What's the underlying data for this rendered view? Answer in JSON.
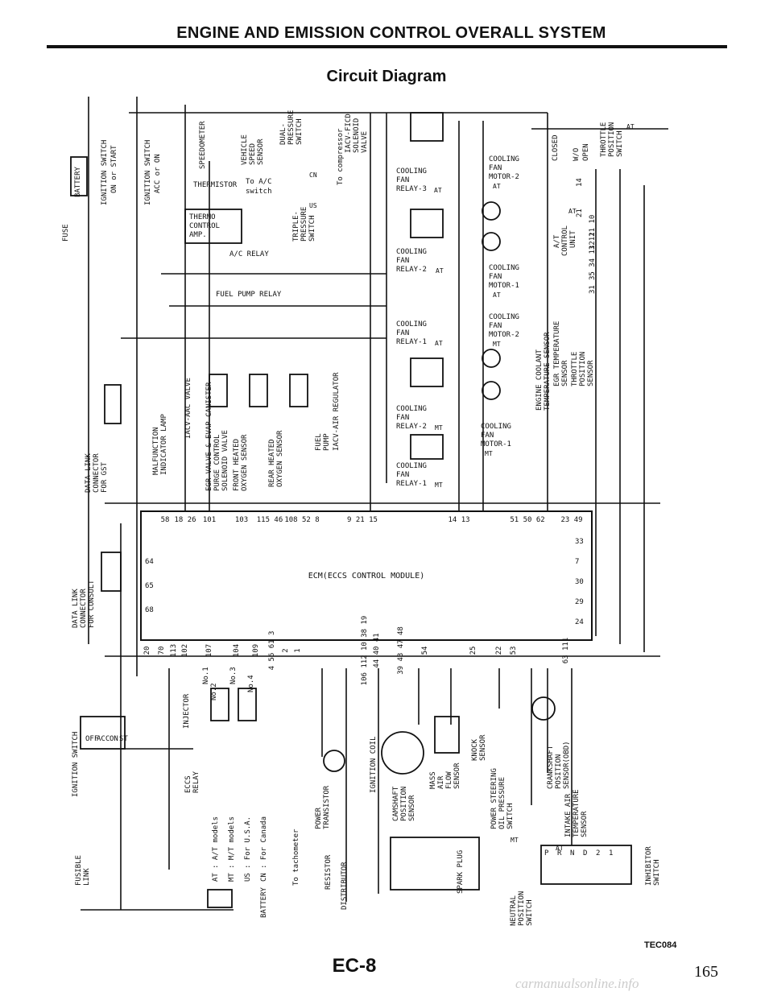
{
  "header": {
    "title": "ENGINE AND EMISSION CONTROL OVERALL SYSTEM",
    "subtitle": "Circuit Diagram"
  },
  "components": {
    "fuse": "FUSE",
    "battery": "BATTERY",
    "ign_on_start": [
      "IGNITION SWITCH",
      "ON or START"
    ],
    "ign_acc_on": [
      "IGNITION SWITCH",
      "ACC or ON"
    ],
    "speedometer": "SPEEDOMETER",
    "vss": [
      "VEHICLE",
      "SPEED",
      "SENSOR"
    ],
    "dual_pressure": [
      "DUAL-",
      "PRESSURE",
      "SWITCH"
    ],
    "triple_pressure": [
      "TRIPLE-",
      "PRESSURE",
      "SWITCH"
    ],
    "to_compressor": "To compressor",
    "iacv_ficd": [
      "IACV-FICD",
      "SOLENOID",
      "VALVE"
    ],
    "thermistor": "THERMISTOR",
    "to_ac_switch": [
      "To A/C",
      "switch"
    ],
    "thermo_amp": [
      "THERMO",
      "CONTROL",
      "AMP."
    ],
    "ac_relay": "A/C RELAY",
    "fuel_pump_relay": "FUEL PUMP RELAY",
    "cf_relay3_at": [
      "COOLING",
      "FAN",
      "RELAY-3"
    ],
    "cf_motor2_at": [
      "COOLING",
      "FAN",
      "MOTOR-2"
    ],
    "cf_relay2_at": [
      "COOLING",
      "FAN",
      "RELAY-2"
    ],
    "cf_motor1_at": [
      "COOLING",
      "FAN",
      "MOTOR-1"
    ],
    "cf_relay1_at": [
      "COOLING",
      "FAN",
      "RELAY-1"
    ],
    "cf_motor2_mt": [
      "COOLING",
      "FAN",
      "MOTOR-2"
    ],
    "cf_relay2_mt": [
      "COOLING",
      "FAN",
      "RELAY-2"
    ],
    "cf_motor1_mt": [
      "COOLING",
      "FAN",
      "MOTOR-1"
    ],
    "cf_relay1_mt": [
      "COOLING",
      "FAN",
      "RELAY-1"
    ],
    "throttle_pos_switch": [
      "THROTTLE",
      "POSITION",
      "SWITCH"
    ],
    "tps_states": [
      "CLOSED",
      "W/O",
      "OPEN"
    ],
    "at_control_unit": [
      "A/T",
      "CONTROL",
      "UNIT"
    ],
    "at_pins": [
      "14",
      "21",
      "12 11 10",
      "35 34 13 12",
      "31"
    ],
    "ect_sensor": [
      "ENGINE COOLANT",
      "TEMPERATURE SENSOR"
    ],
    "egr_temp_sensor": [
      "EGR TEMPERATURE",
      "SENSOR"
    ],
    "throttle_sensor": [
      "THROTTLE",
      "POSITION",
      "SENSOR"
    ],
    "data_link_gst": [
      "DATA LINK",
      "CONNECTOR",
      "FOR GST"
    ],
    "mil": [
      "MALFUNCTION",
      "INDICATOR LAMP"
    ],
    "iacv_aac": "IACV-AAC VALVE",
    "egr_purge": [
      "EGR VALVE & EVAP CANISTER",
      "PURGE CONTROL",
      "SOLENOID VALVE"
    ],
    "front_o2": [
      "FRONT HEATED",
      "OXYGEN SENSOR"
    ],
    "rear_o2": [
      "REAR HEATED",
      "OXYGEN SENSOR"
    ],
    "fuel_pump": [
      "FUEL",
      "PUMP"
    ],
    "iacv_air_reg": "IACV-AIR REGULATOR",
    "data_link_consult": [
      "DATA LINK",
      "CONNECTOR",
      "FOR CONSULT"
    ],
    "ecm": "ECM(ECCS CONTROL MODULE)",
    "ecm_top_pins": [
      "58",
      "18 26",
      "101",
      "103",
      "115 46",
      "108 52 8",
      "9 21 15",
      "14 13",
      "51 50 62",
      "23 49"
    ],
    "ecm_left_pins": [
      "64",
      "65",
      "68"
    ],
    "ecm_right_pins": [
      "33",
      "7",
      "30",
      "29",
      "24"
    ],
    "ecm_bottom_pins": [
      "20",
      "70",
      "113",
      "102",
      "107",
      "104",
      "109",
      "4 56 61 3",
      "2",
      "1",
      "106 112 10 38 19",
      "44 40 41",
      "39 43 47 48",
      "54",
      "25",
      "22",
      "53",
      "63 111"
    ],
    "injector": "INJECTOR",
    "inj_nos": [
      "No.1",
      "No.2",
      "No.3",
      "No.4"
    ],
    "ignition_switch": "IGNITION SWITCH",
    "ign_sw_states": [
      "OFF",
      "ACC",
      "ON",
      "ST"
    ],
    "eccs_relay": [
      "ECCS",
      "RELAY"
    ],
    "legend": [
      {
        "tag": "AT",
        "text": ": A/T models"
      },
      {
        "tag": "MT",
        "text": ": M/T models"
      },
      {
        "tag": "US",
        "text": ": For U.S.A."
      },
      {
        "tag": "CN",
        "text": ": For Canada"
      }
    ],
    "fusible_link": [
      "FUSIBLE",
      "LINK"
    ],
    "battery_bottom": "BATTERY",
    "to_tachometer": "To tachometer",
    "power_transistor": [
      "POWER",
      "TRANSISTOR"
    ],
    "resistor": "RESISTOR",
    "distributor": "DISTRIBUTOR",
    "ignition_coil": "IGNITION COIL",
    "camshaft_sensor": [
      "CAMSHAFT",
      "POSITION",
      "SENSOR"
    ],
    "maf": [
      "MASS",
      "AIR",
      "FLOW",
      "SENSOR"
    ],
    "knock": [
      "KNOCK",
      "SENSOR"
    ],
    "spark_plug": "SPARK PLUG",
    "ps_switch": [
      "POWER STEERING",
      "OIL PRESSURE",
      "SWITCH"
    ],
    "crankshaft": [
      "CRANKSHAFT",
      "POSITION",
      "SENSOR(OBD)"
    ],
    "iat": [
      "INTAKE AIR",
      "TEMPERATURE",
      "SENSOR"
    ],
    "neutral_switch": [
      "NEUTRAL",
      "POSITION",
      "SWITCH"
    ],
    "inhibitor_switch": [
      "INHIBITOR",
      "SWITCH"
    ],
    "inhibitor_states": [
      "P",
      "R",
      "N",
      "D",
      "2",
      "1"
    ]
  },
  "tags": {
    "at": "AT",
    "mt": "MT",
    "us": "US",
    "cn": "CN"
  },
  "footer": {
    "figure_code": "TEC084",
    "section_page": "EC-8",
    "page_number": "165",
    "watermark": "carmanualsonline.info"
  }
}
